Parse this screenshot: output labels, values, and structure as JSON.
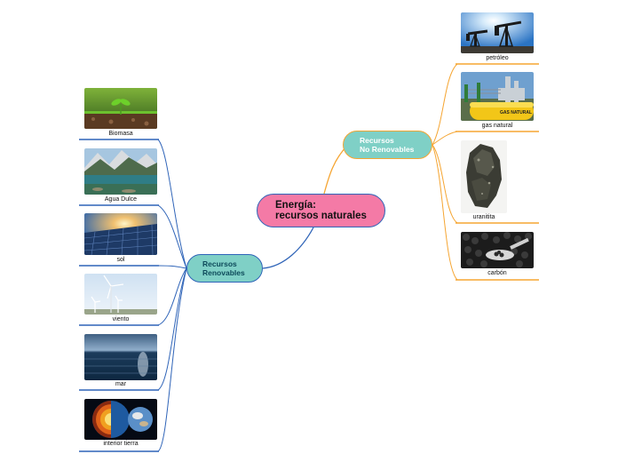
{
  "central": "Energía:\nrecursos naturales",
  "renewable": {
    "title": "Recursos\nRenovables",
    "items": [
      "Biomasa",
      "Agua Dulce",
      "sol",
      "viento",
      "mar",
      "interior tierra"
    ]
  },
  "nonrenewable": {
    "title": "Recursos\nNo Renovables",
    "items": [
      "petróleo",
      "gas natural",
      "uranitita",
      "carbón"
    ]
  },
  "image_labels": {
    "gas_tank": "GAS NATURAL"
  },
  "colors": {
    "central_fill": "#f47aa6",
    "branch_fill": "#7fd0c6",
    "renewable_line": "#2f64b8",
    "nonrenewable_line": "#f5a532"
  }
}
